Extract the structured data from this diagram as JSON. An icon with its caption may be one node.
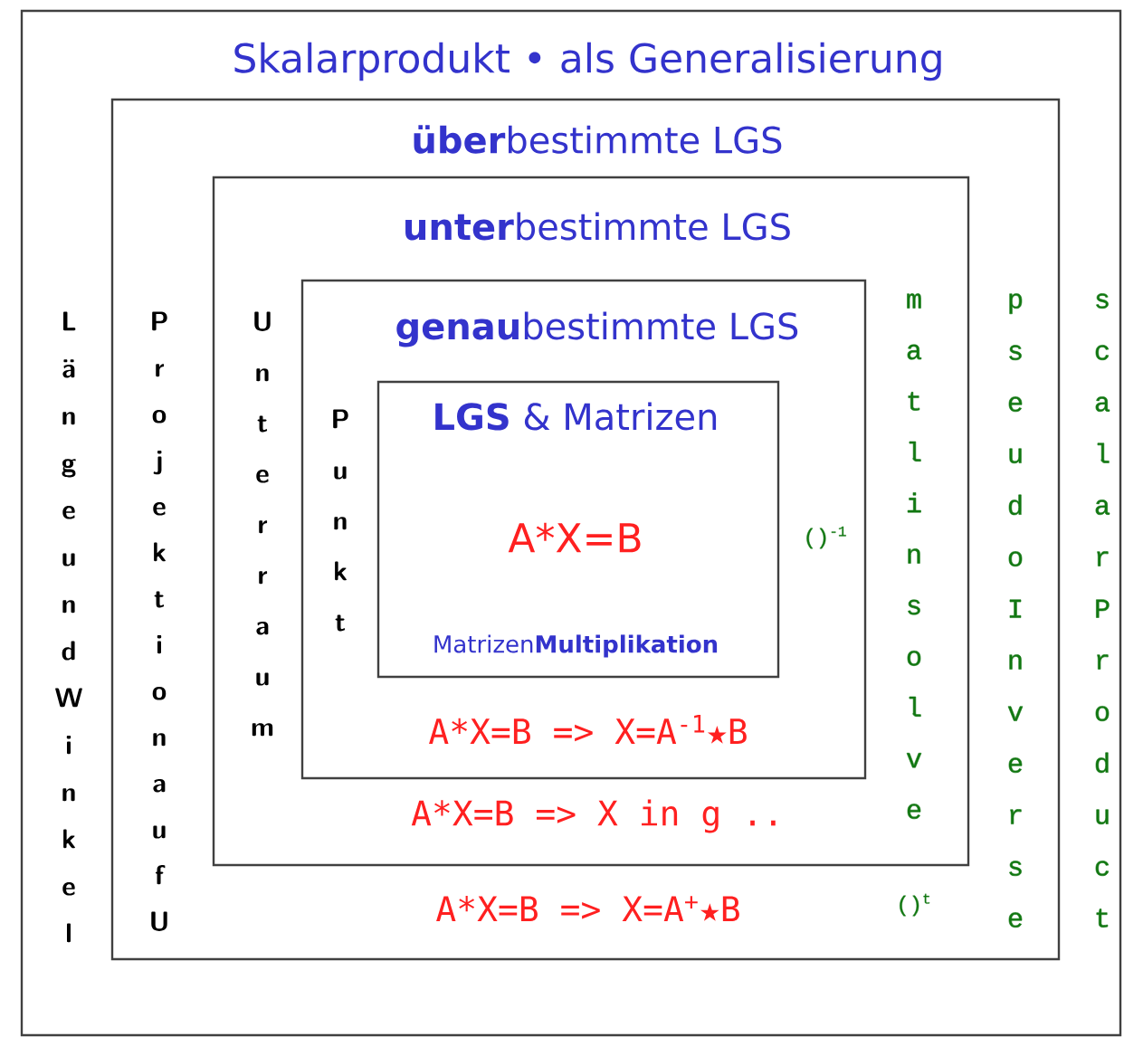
{
  "diagram": {
    "nodes": [
      {
        "text": [
          "Skalarprodukt • als Generalisierung",
          "Länge und Winkel",
          "scalarProduct"
        ]
      },
      {
        "text": [
          "**über**bestimmte LGS",
          "Projektion auf U",
          "A*X=B => X=A$^{+}$★B",
          "()$^{t}$",
          "pseudoInverse"
        ],
        "in": 0
      },
      {
        "text": [
          "**unter**bestimmte LGS",
          "Unterraum",
          "A*X=B => X in g ..",
          "matlinsolve"
        ],
        "in": 1
      },
      {
        "text": [
          "**genau**bestimmte LGS",
          "Punkt",
          "A*X=B => X=A$^{-1}$★B",
          "()$^{-1}$"
        ],
        "in": 2
      },
      {
        "text": [
          "**LGS** & Matrizen",
          "A*X=B",
          "Matrizen**Multiplikation**"
        ],
        "in": 3
      }
    ]
  }
}
